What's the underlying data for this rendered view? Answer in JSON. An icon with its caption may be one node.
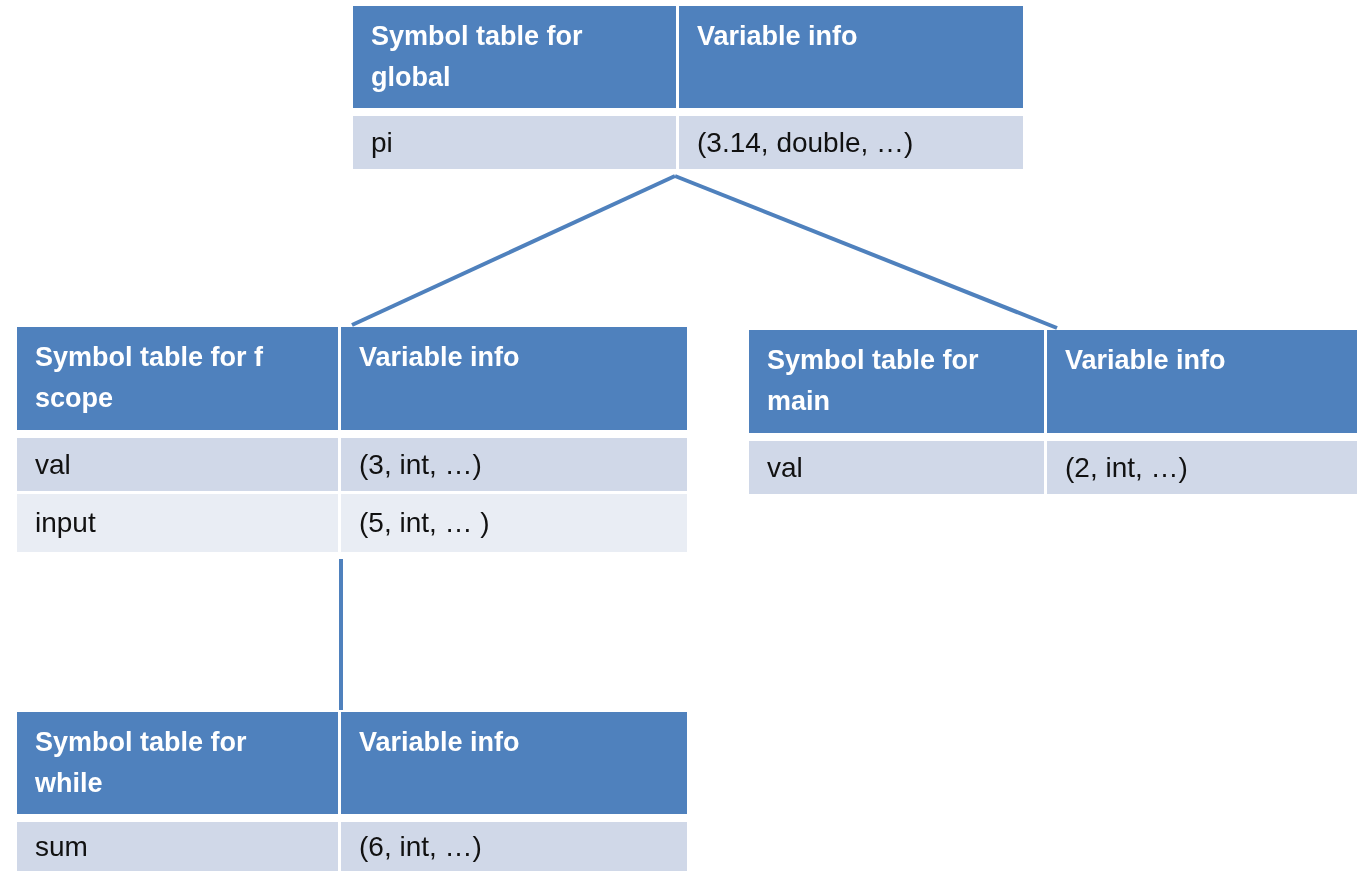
{
  "diagram": {
    "nodes": [
      {
        "text": [
          "Symbol table for global",
          "Variable info",
          "pi",
          "(3.14, double, …)"
        ]
      },
      {
        "text": [
          "Symbol table for f scope",
          "Variable info",
          "val",
          "(3, int, …)",
          "input",
          "(5, int, … )"
        ]
      },
      {
        "text": [
          "Symbol table for main",
          "Variable info",
          "val",
          "(2, int, …)"
        ]
      },
      {
        "text": [
          "Symbol table for while",
          "Variable info",
          "sum",
          "(6, int, …)"
        ]
      }
    ],
    "edges": [
      {
        "from": 0,
        "to": 1,
        "arrow": "none"
      },
      {
        "from": 0,
        "to": 2,
        "arrow": "none"
      },
      {
        "from": 1,
        "to": 3,
        "arrow": "none"
      }
    ]
  }
}
